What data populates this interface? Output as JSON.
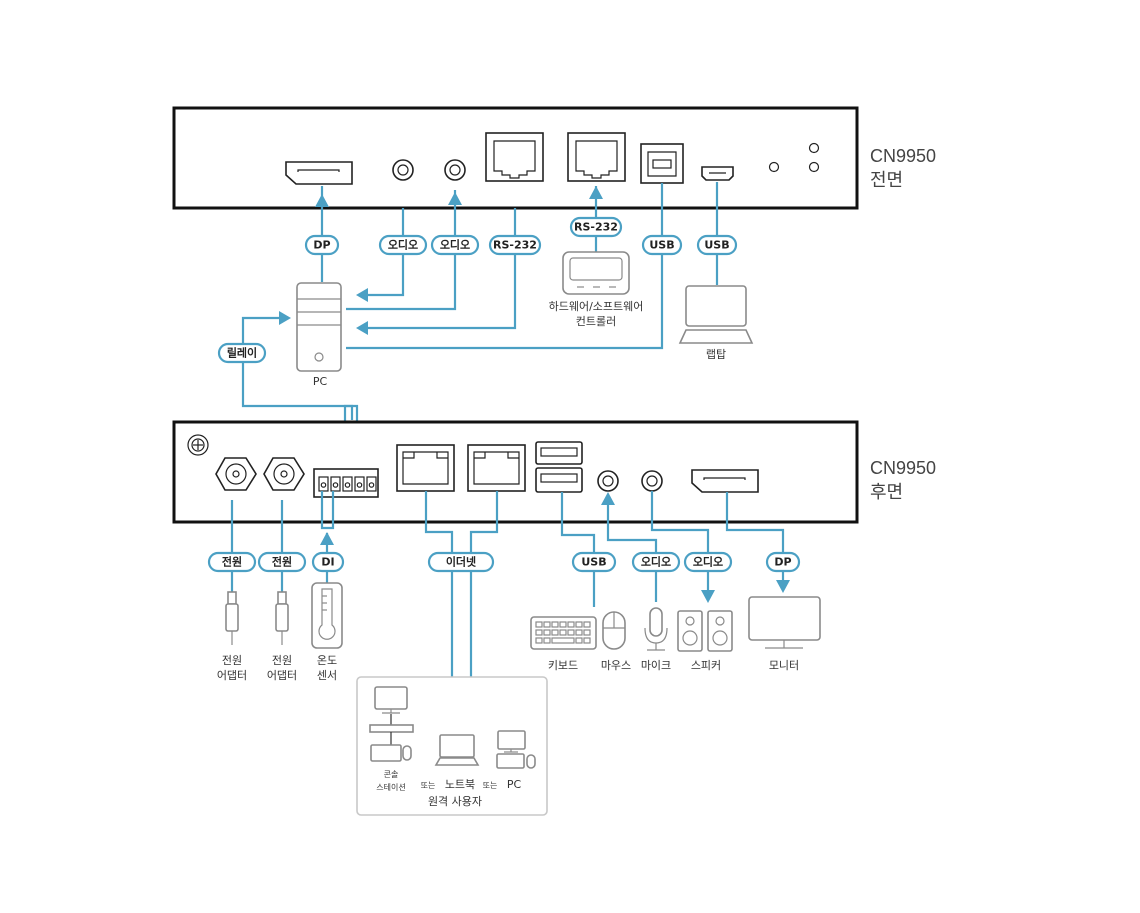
{
  "front_unit": {
    "model": "CN9950",
    "side": "전면",
    "ports": [
      "DP",
      "audio-out",
      "audio-in",
      "RJ45",
      "RJ45-RS232",
      "USB-B",
      "micro-USB",
      "LED",
      "LED",
      "LED"
    ]
  },
  "rear_unit": {
    "model": "CN9950",
    "side": "후면",
    "ports": [
      "ground",
      "power",
      "power",
      "terminal-block",
      "RJ45",
      "RJ45",
      "USB-A",
      "USB-A",
      "audio-in",
      "audio-out",
      "DP"
    ]
  },
  "front_connections": [
    {
      "label": "DP",
      "color": "#4ba0c4"
    },
    {
      "label": "오디오"
    },
    {
      "label": "오디오"
    },
    {
      "label": "RS-232"
    },
    {
      "label": "RS-232"
    },
    {
      "label": "USB"
    },
    {
      "label": "USB"
    },
    {
      "label": "릴레이"
    }
  ],
  "rear_connections": [
    {
      "label": "전원"
    },
    {
      "label": "전원"
    },
    {
      "label": "DI"
    },
    {
      "label": "이더넷"
    },
    {
      "label": "USB"
    },
    {
      "label": "오디오"
    },
    {
      "label": "오디오"
    },
    {
      "label": "DP"
    }
  ],
  "devices": {
    "pc": "PC",
    "controller_line1": "하드웨어/소프트웨어",
    "controller_line2": "컨트롤러",
    "laptop": "랩탑",
    "power_adapter_1_line1": "전원",
    "power_adapter_1_line2": "어댑터",
    "power_adapter_2_line1": "전원",
    "power_adapter_2_line2": "어댑터",
    "temp_sensor_line1": "온도",
    "temp_sensor_line2": "센서",
    "keyboard": "키보드",
    "mouse": "마우스",
    "mic": "마이크",
    "speaker": "스피커",
    "monitor": "모니터"
  },
  "remote_users": {
    "console_line1": "콘솔",
    "console_line2": "스테이션",
    "or1": "또는",
    "notebook": "노트북",
    "or2": "또는",
    "pc": "PC",
    "title": "원격 사용자"
  },
  "colors": {
    "cable": "#4ba0c4",
    "unit_outline": "#111111",
    "device_outline": "#8a8a8a"
  }
}
